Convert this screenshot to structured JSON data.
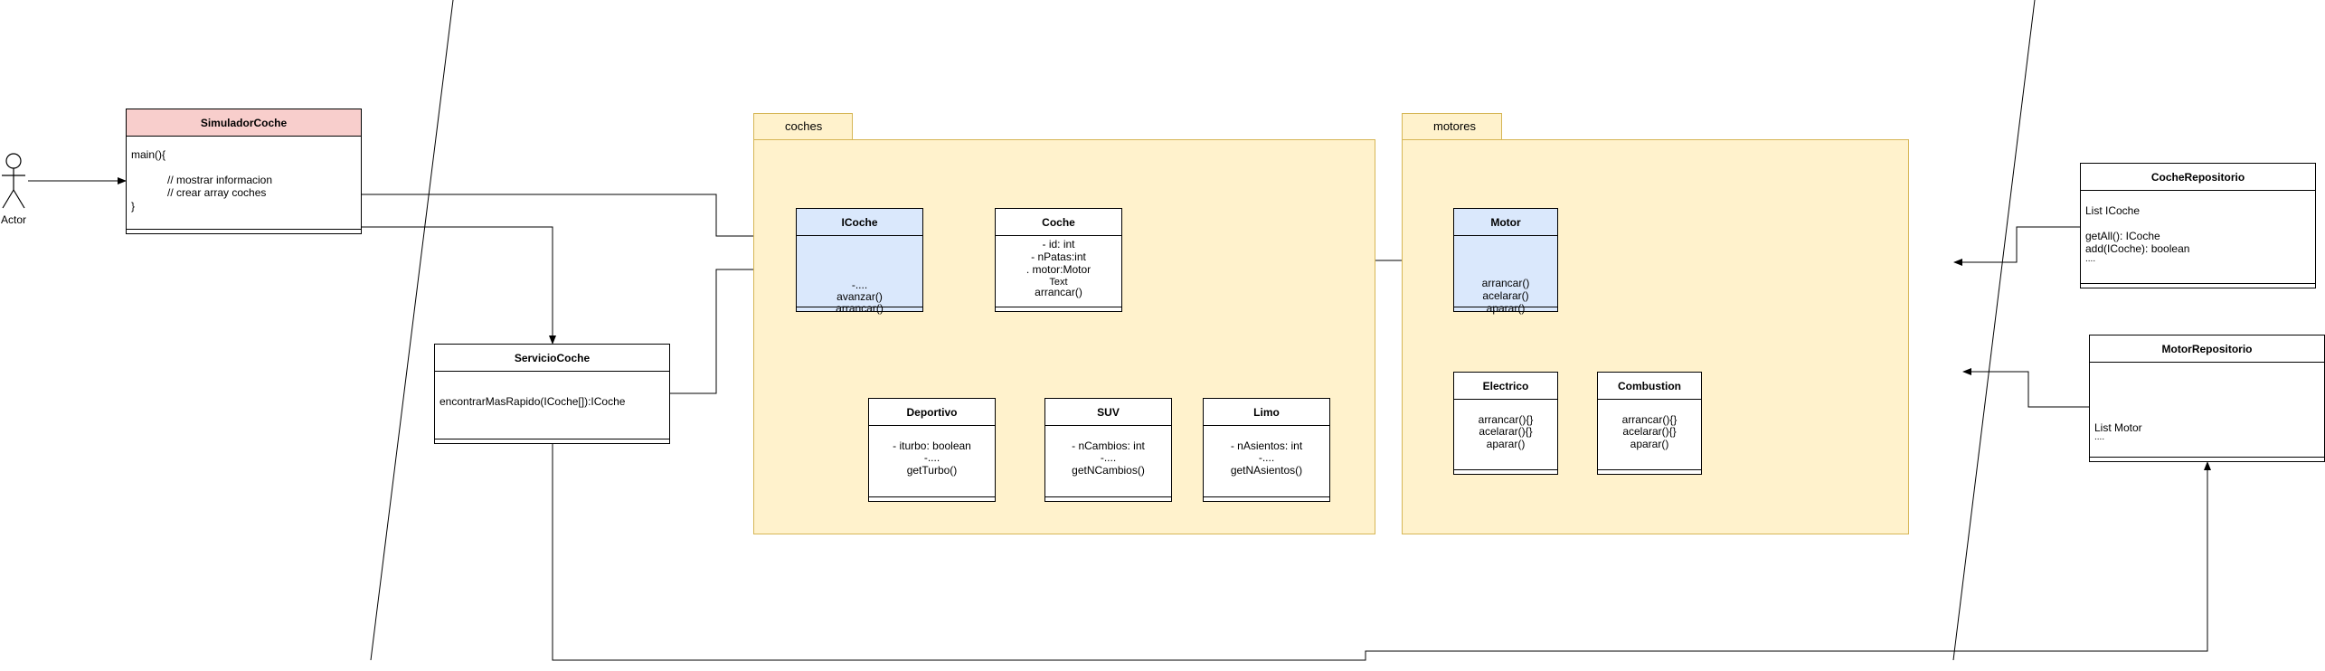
{
  "actor": {
    "label": "Actor"
  },
  "packages": {
    "coches": {
      "label": "coches"
    },
    "motores": {
      "label": "motores"
    }
  },
  "classes": {
    "simulador": {
      "name": "SimuladorCoche",
      "lines": [
        "main(){",
        "// mostrar informacion",
        "// crear array coches",
        "}"
      ]
    },
    "servicio": {
      "name": "ServicioCoche",
      "lines": [
        "encontrarMasRapido(ICoche[]):ICoche"
      ]
    },
    "icoche": {
      "name": "ICoche",
      "lines": [
        "-....",
        "avanzar()",
        "arrancar()"
      ]
    },
    "coche": {
      "name": "Coche",
      "lines": [
        "- id: int",
        "- nPatas:int",
        ". motor:Motor",
        "Text",
        "arrancar()"
      ]
    },
    "deportivo": {
      "name": "Deportivo",
      "lines": [
        "- iturbo: boolean",
        "-....",
        "getTurbo()"
      ]
    },
    "suv": {
      "name": "SUV",
      "lines": [
        "- nCambios: int",
        "-....",
        "getNCambios()"
      ]
    },
    "limo": {
      "name": "Limo",
      "lines": [
        "- nAsientos: int",
        "-....",
        "getNAsientos()"
      ]
    },
    "motor": {
      "name": "Motor",
      "lines": [
        "arrancar()",
        "acelarar()",
        "aparar()"
      ]
    },
    "electrico": {
      "name": "Electrico",
      "lines": [
        "arrancar(){}",
        "acelarar(){}",
        "aparar()"
      ]
    },
    "combustion": {
      "name": "Combustion",
      "lines": [
        "arrancar(){}",
        "acelarar(){}",
        "aparar()"
      ]
    },
    "cocheRepo": {
      "name": "CocheRepositorio",
      "lines": [
        "List ICoche",
        "getAll(): ICoche",
        "add(ICoche): boolean",
        "...."
      ]
    },
    "motorRepo": {
      "name": "MotorRepositorio",
      "lines": [
        "List Motor",
        "...."
      ]
    }
  },
  "colors": {
    "package_fill": "#fff2cc",
    "package_border": "#d6b656",
    "interface_fill": "#dae8fc",
    "main_class_header": "#f8cecc",
    "line": "#000000"
  }
}
